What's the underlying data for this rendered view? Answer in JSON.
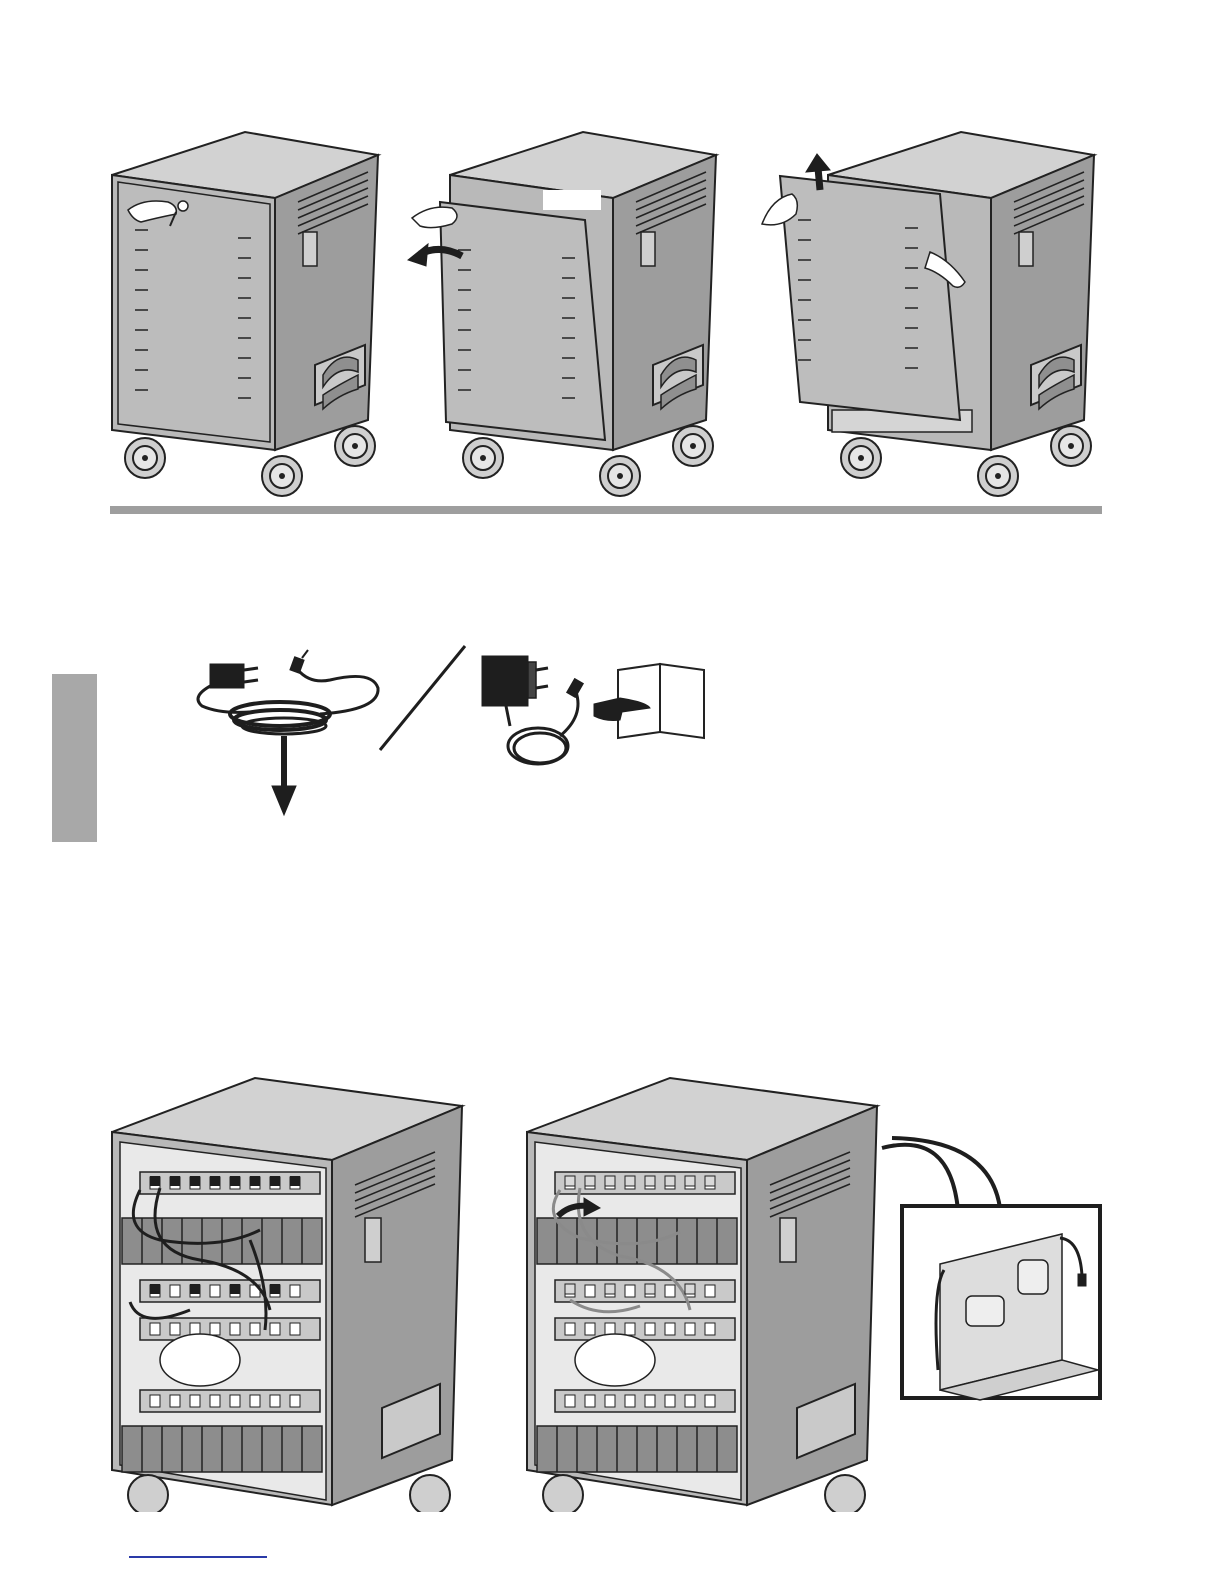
{
  "page": {
    "background": "#ffffff",
    "divider_color": "#9e9e9e",
    "tab_color": "#a8a8a8",
    "link_color": "#2a3aa8"
  },
  "steps": [
    {
      "name": "unlock-door",
      "icons": [
        "key-icon",
        "hand-icon"
      ]
    },
    {
      "name": "swing-door-open",
      "icons": [
        "curved-arrow-icon",
        "hand-icon"
      ]
    },
    {
      "name": "lift-door-off",
      "icons": [
        "up-arrow-icon",
        "hand-icon"
      ]
    }
  ],
  "adapter_section": {
    "icons": [
      "power-cord-icon",
      "slash-icon",
      "power-adapter-icon",
      "manual-pointer-icon",
      "down-arrow-icon"
    ]
  },
  "routing_section": {
    "icons": [
      "cart-cables-black-icon",
      "cart-cables-gray-icon",
      "detail-callout-icon"
    ]
  }
}
